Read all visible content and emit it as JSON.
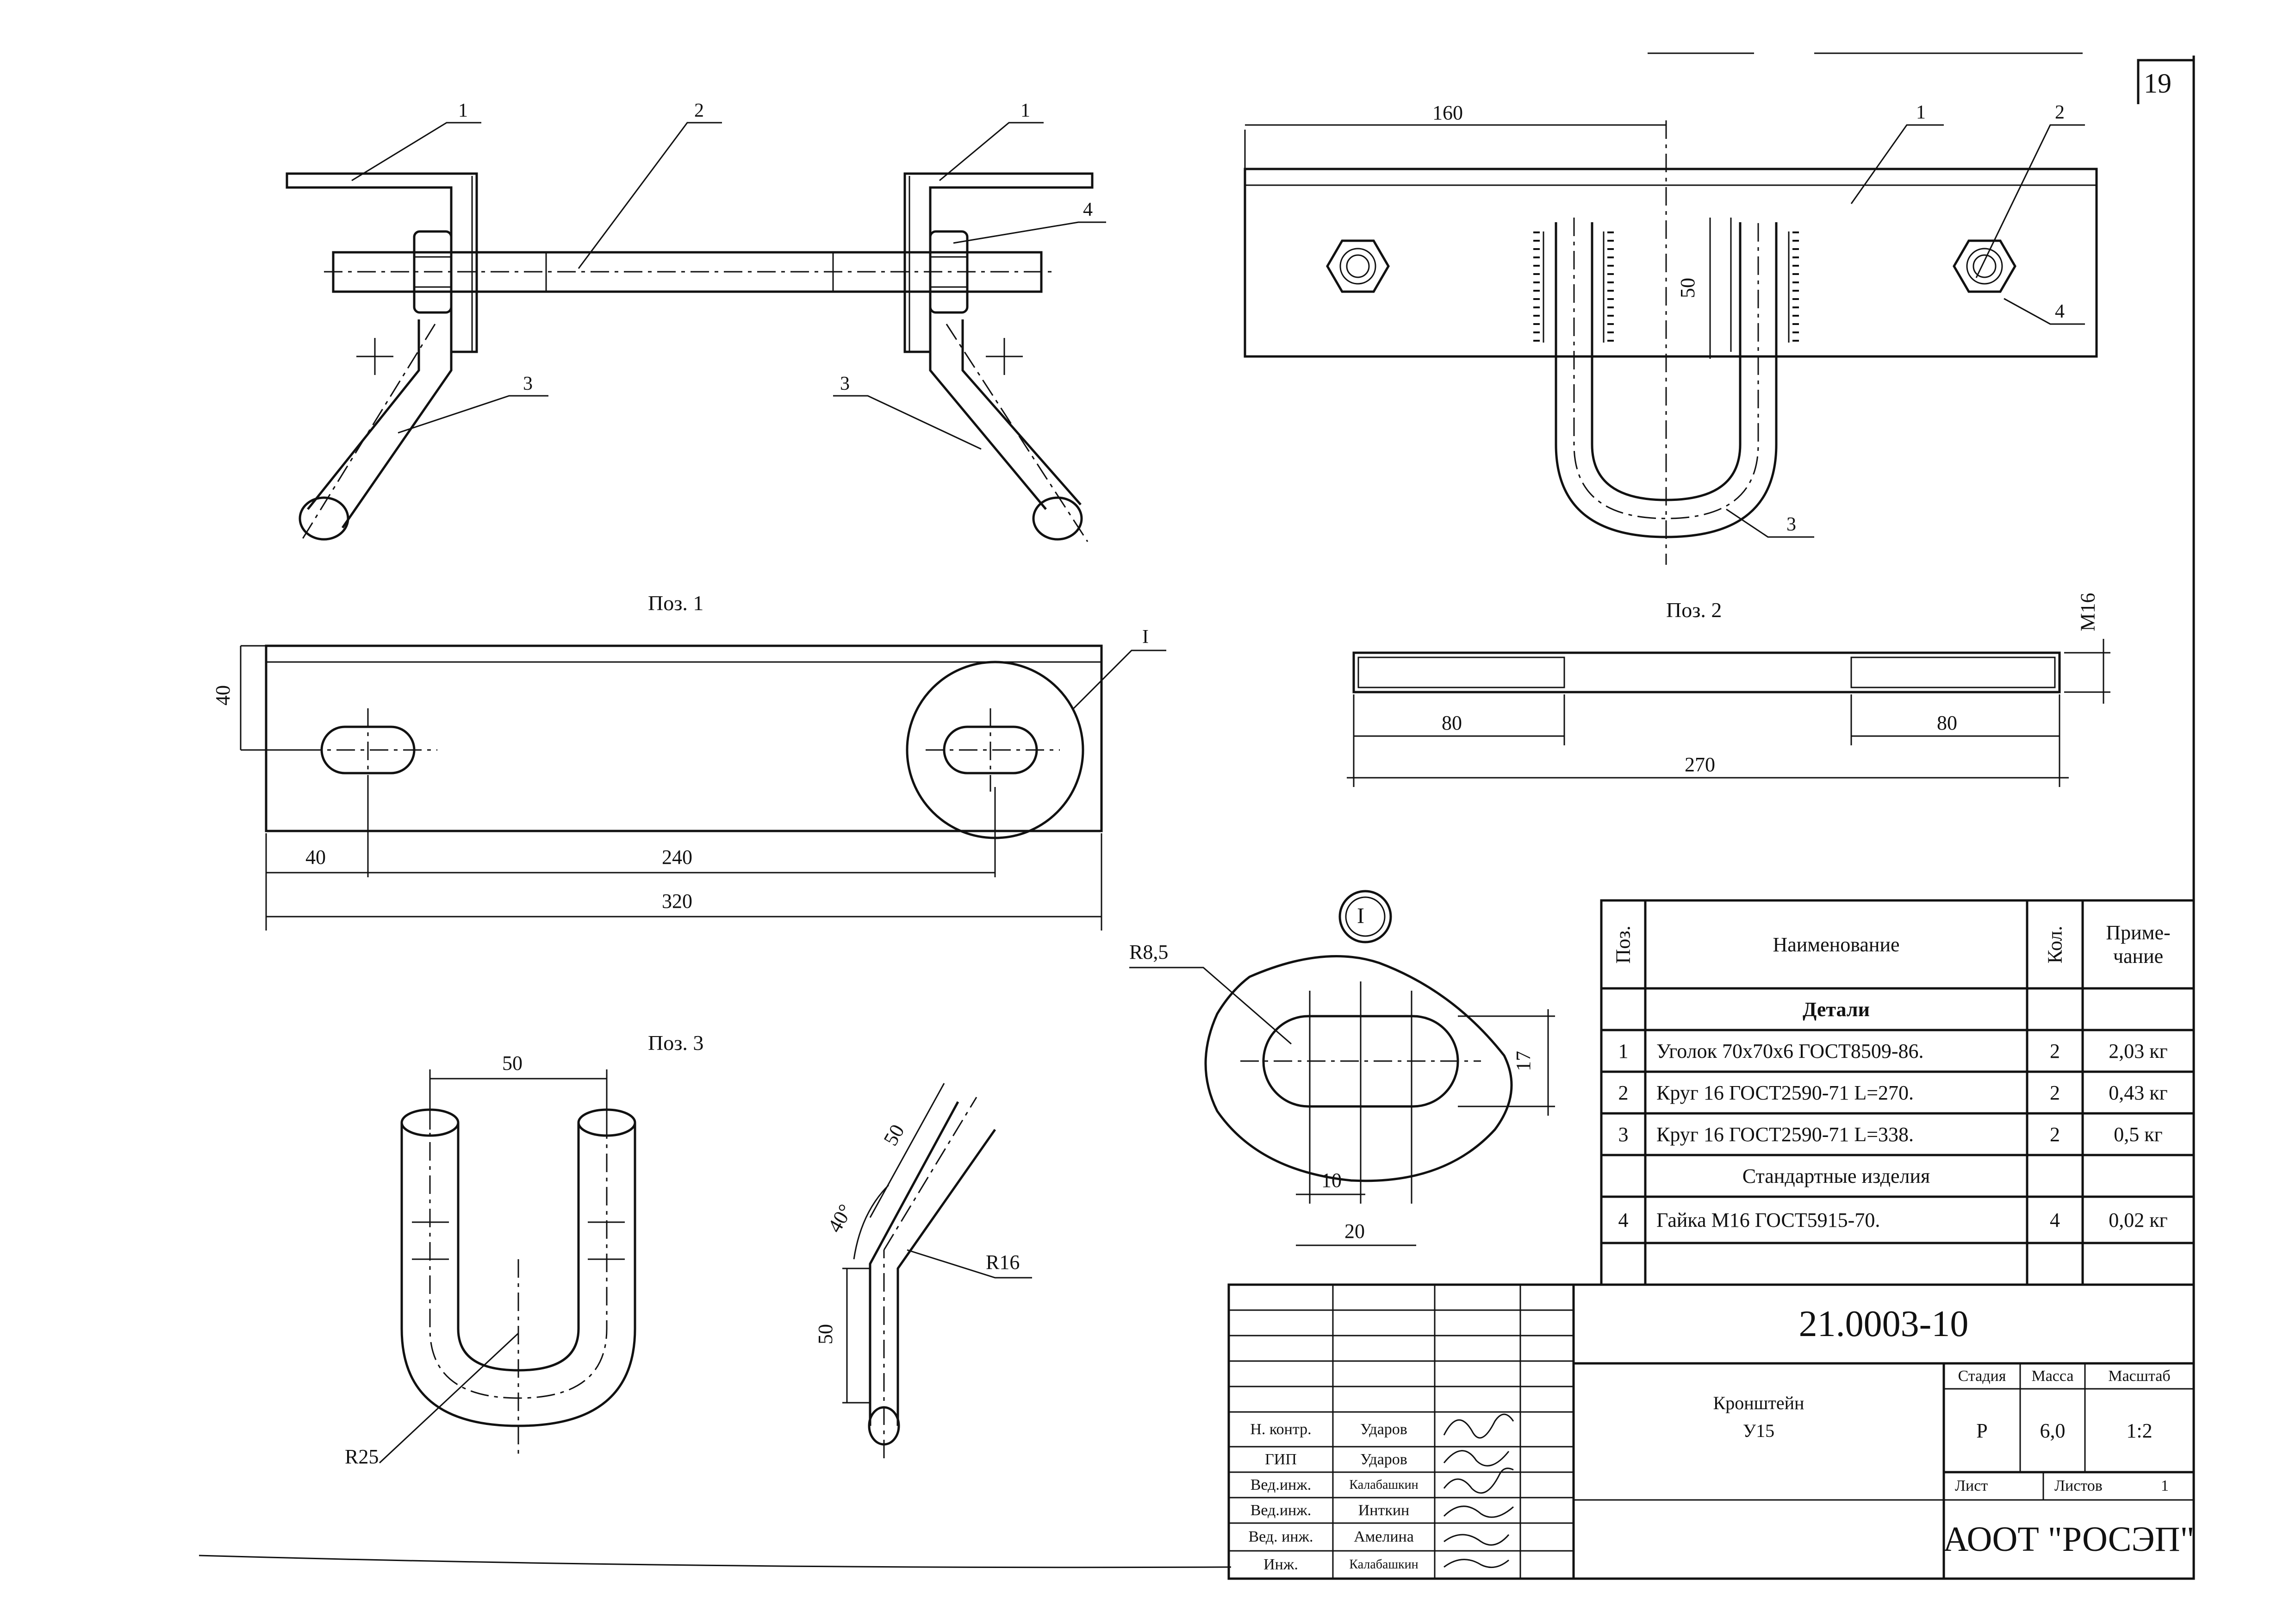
{
  "page_number": "19",
  "top_view": {
    "callouts": {
      "angle_left": "1",
      "rod": "2",
      "angle_right": "1",
      "nut": "4",
      "bent_left": "3",
      "bent_right": "3"
    }
  },
  "side_view": {
    "dims": {
      "length": "160",
      "height": "50"
    },
    "callouts": {
      "angle": "1",
      "rod": "2",
      "ubolt": "3",
      "nut": "4"
    }
  },
  "pos1": {
    "caption": "Поз. 1",
    "dims": {
      "height": "40",
      "left": "40",
      "span": "240",
      "total": "320"
    },
    "detail_callout": "I"
  },
  "pos2": {
    "caption": "Поз. 2",
    "dims": {
      "thread": "M16",
      "left": "80",
      "right": "80",
      "total": "270"
    }
  },
  "pos3": {
    "caption": "Поз. 3",
    "dims": {
      "width": "50",
      "radius": "R25",
      "leg": "50",
      "angle": "40°",
      "bend_leg": "50",
      "bend_radius": "R16"
    }
  },
  "detail_i": {
    "label": "I",
    "dims": {
      "radius": "R8,5",
      "height": "17",
      "half": "10",
      "width": "20"
    }
  },
  "spec_table": {
    "headers": {
      "pos": "Поз.",
      "name": "Наименование",
      "qty": "Кол.",
      "note": "Приме-чание"
    },
    "section_parts": "Детали",
    "section_std": "Стандартные изделия",
    "rows": [
      {
        "pos": "1",
        "name": "Уголок 70х70х6 ГОСТ8509-86.",
        "qty": "2",
        "note": "2,03 кг"
      },
      {
        "pos": "2",
        "name": "Круг 16 ГОСТ2590-71 L=270.",
        "qty": "2",
        "note": "0,43 кг"
      },
      {
        "pos": "3",
        "name": "Круг 16 ГОСТ2590-71 L=338.",
        "qty": "2",
        "note": "0,5 кг"
      },
      {
        "pos": "4",
        "name": "Гайка М16 ГОСТ5915-70.",
        "qty": "4",
        "note": "0,02 кг"
      }
    ]
  },
  "title_block": {
    "doc_number": "21.0003-10",
    "title_line1": "Кронштейн",
    "title_line2": "У15",
    "stage_label": "Стадия",
    "mass_label": "Масса",
    "scale_label": "Масштаб",
    "stage": "Р",
    "mass": "6,0",
    "scale": "1:2",
    "sheet_label": "Лист",
    "sheets_label": "Листов",
    "sheets": "1",
    "company": "АООТ \"РОСЭП\"",
    "signatures": [
      {
        "role": "Н. контр.",
        "name": "Ударов"
      },
      {
        "role": "ГИП",
        "name": "Ударов"
      },
      {
        "role": "Вед.инж.",
        "name": "Калабашкин"
      },
      {
        "role": "Вед.инж.",
        "name": "Инткин"
      },
      {
        "role": "Вед. инж.",
        "name": "Амелина"
      },
      {
        "role": "Инж.",
        "name": "Калабашкин"
      }
    ]
  }
}
